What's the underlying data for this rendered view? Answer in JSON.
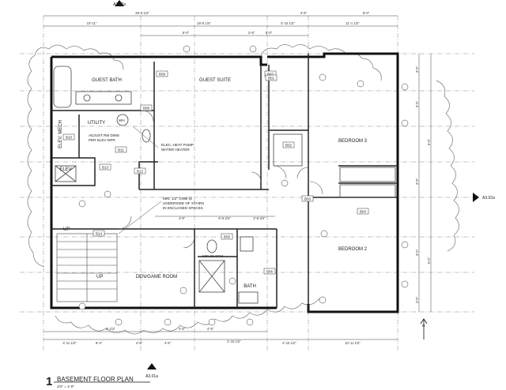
{
  "drawing": {
    "title": "BASEMENT FLOOR PLAN",
    "scale": "1/4\" = 1'-0\"",
    "drawing_number": "1"
  },
  "section_refs": {
    "top": "A3.02a",
    "right": "A3.02a",
    "bottom": "A3.01a"
  },
  "grid": {
    "top_dims": [
      "28'-9 1/2\"",
      "3'-6\"",
      "8'-0\""
    ],
    "top_dims_2": [
      "10'-11\"",
      "18'-6 1/4\"",
      "4'-10 1/2\"",
      "11'-1 1/2\""
    ],
    "top_dims_3": [
      "5'-0\"",
      "2'-6\"",
      "8'-0\""
    ],
    "bottom_dims": [
      "4'-11 1/2\"",
      "9'-4\"",
      "4'-6\"",
      "4'-6\"",
      "4'-10 1/2\"",
      "10'-11 1/2\""
    ],
    "bottom_dims_2": [
      "9'-1/2\"",
      "4'-5\"",
      "4'-9\"",
      "2'-10 1/2\""
    ],
    "interior_dims": [
      "4'-8\"",
      "6'-9 3/4\"",
      "2'-8 3/4\""
    ],
    "right_dims": [
      "3'-0\"",
      "3'-6\"",
      "5'-6\"",
      "3'-6\"",
      "6'-0\"",
      "3'-0\"",
      "3'-0\""
    ]
  },
  "rooms": {
    "guest_bath": "GUEST BATH",
    "guest_suite": "GUEST SUITE",
    "utility": "UTILITY",
    "elev": "ELEV",
    "elev_mech": "ELEV. MECH",
    "bedroom3": "BEDROOM 3",
    "bedroom2": "BEDROOM 2",
    "den": "DEN/GAME ROOM",
    "bath": "BATH",
    "up_stair": "UP",
    "up_stair2": "UP"
  },
  "notes": {
    "adjust1": "ADJUST RM DIMS",
    "adjust2": "PER ELEV MFR",
    "heatpump1": "ELEC. HEAT PUMP",
    "heatpump2": "WATER HEATER",
    "gwb1": "MIN. 1/2\" GWB @",
    "gwb2": "UNDERSIDE OF STAIRS",
    "gwb3": "IN ENCLOSED SPACES",
    "cfm": "MIN 50 CFM",
    "wh": "WH",
    "north": "N"
  },
  "tags": [
    "B09",
    "B07",
    "B08",
    "B10",
    "B11",
    "B12",
    "B13",
    "B14",
    "B02",
    "B03",
    "B04",
    "B05",
    "B06",
    "B01"
  ]
}
